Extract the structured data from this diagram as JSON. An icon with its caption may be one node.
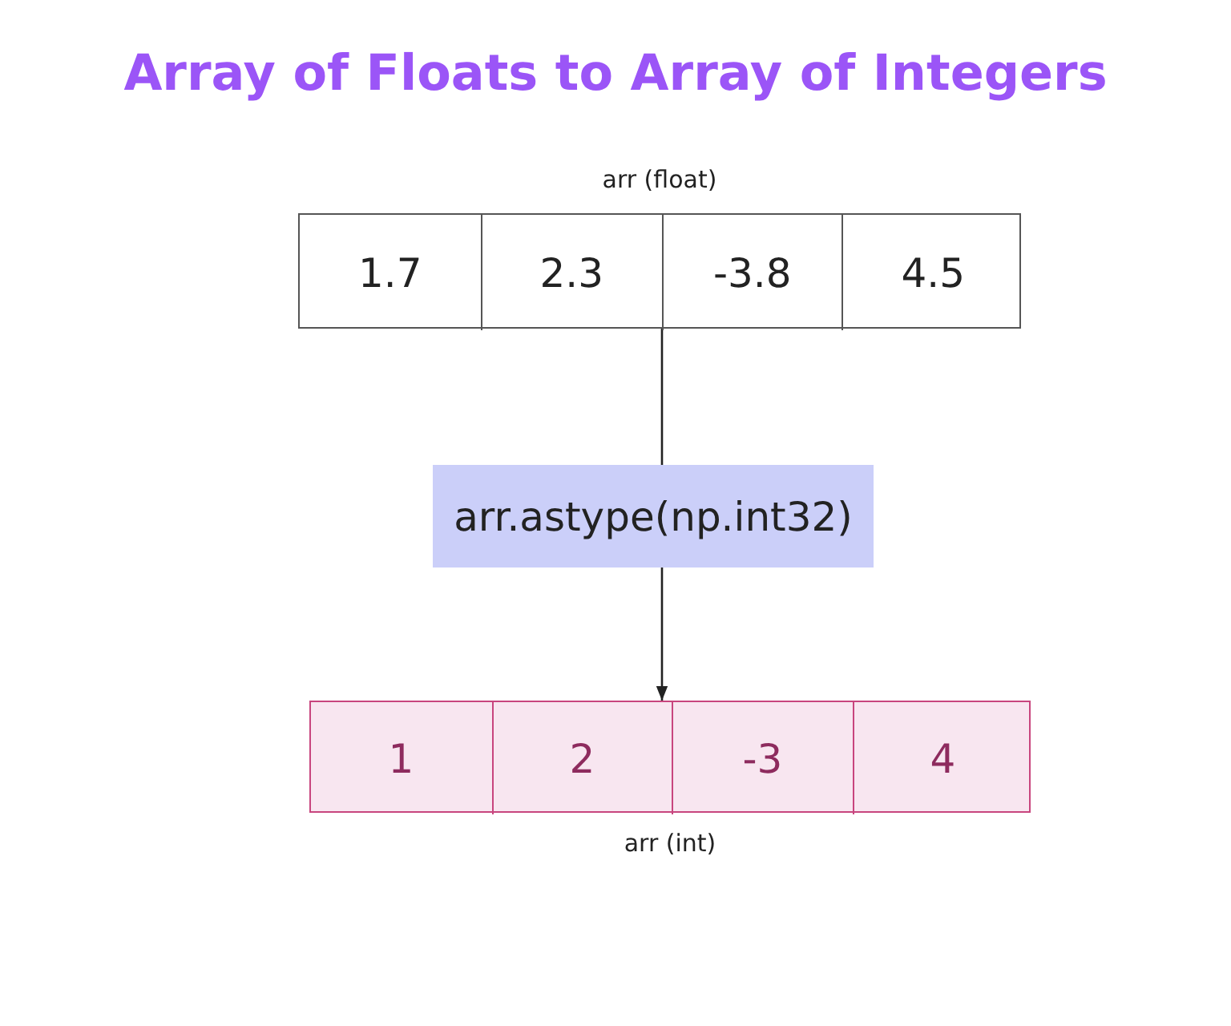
{
  "diagram": {
    "title": "Array of Floats to Array of Integers",
    "nodes": [
      {
        "text": [],
        "shape": "box",
        "beside": [
          "arr (float)"
        ]
      },
      {
        "text": [
          "1.7"
        ],
        "in": 0
      },
      {
        "text": [
          "2.3"
        ],
        "in": 0
      },
      {
        "text": [
          "-3.8"
        ],
        "in": 0
      },
      {
        "text": [
          "4.5"
        ],
        "in": 0
      },
      {
        "text": [
          "arr.astype(np.int32)"
        ]
      },
      {
        "text": [],
        "shape": "box",
        "beside": [
          "arr (int)"
        ]
      },
      {
        "text": [
          "1"
        ],
        "in": 6
      },
      {
        "text": [
          "2"
        ],
        "in": 6
      },
      {
        "text": [
          "-3"
        ],
        "in": 6
      },
      {
        "text": [
          "4"
        ],
        "in": 6
      }
    ],
    "edges": [
      {
        "from": 0,
        "to": 5,
        "arrow": "none"
      },
      {
        "from": 5,
        "to": 6,
        "arrow": "to"
      }
    ]
  }
}
